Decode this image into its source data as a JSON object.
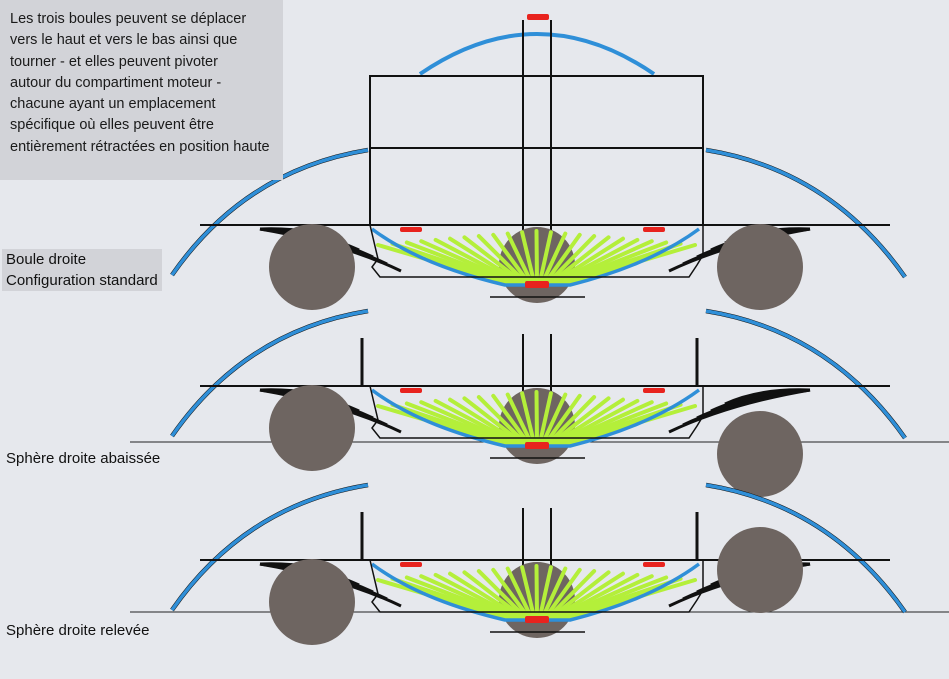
{
  "intro_lines": [
    "Les trois boules peuvent se déplacer",
    "vers le haut et vers le bas ainsi que",
    "tourner - et elles peuvent pivoter",
    "autour du compartiment moteur -",
    "chacune ayant un emplacement",
    "spécifique où elles peuvent être",
    "entièrement rétractées en position haute"
  ],
  "labels": {
    "standard_line1": "Boule droite",
    "standard_line2": "Configuration standard",
    "lowered": "Sphère droite abaissée",
    "raised": "Sphère droite relevée"
  },
  "colors": {
    "background": "#e6e8ed",
    "caption_bg": "#d2d3d8",
    "wing": "#2f8fd8",
    "ball": "#6e6561",
    "fan": "#b4ef3a",
    "marker": "#e8231e",
    "frame": "#111111"
  }
}
